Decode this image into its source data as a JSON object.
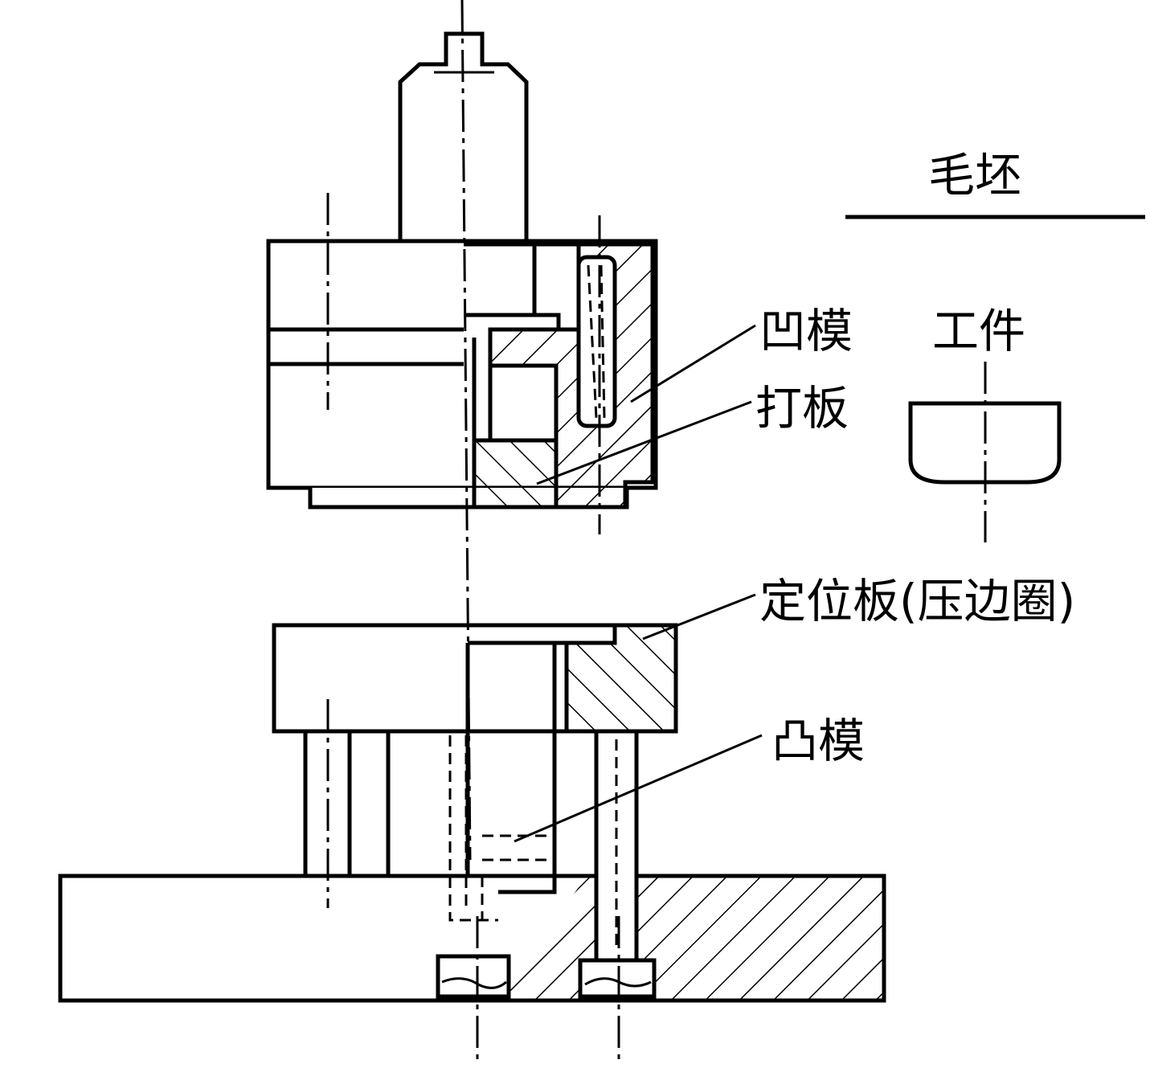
{
  "labels": {
    "blank": "毛坯",
    "workpiece": "工件",
    "die": "凹模",
    "knockout_plate": "打板",
    "locating_plate": "定位板(压边圈)",
    "punch": "凸模"
  },
  "colors": {
    "line": "#000000",
    "background": "#ffffff"
  }
}
